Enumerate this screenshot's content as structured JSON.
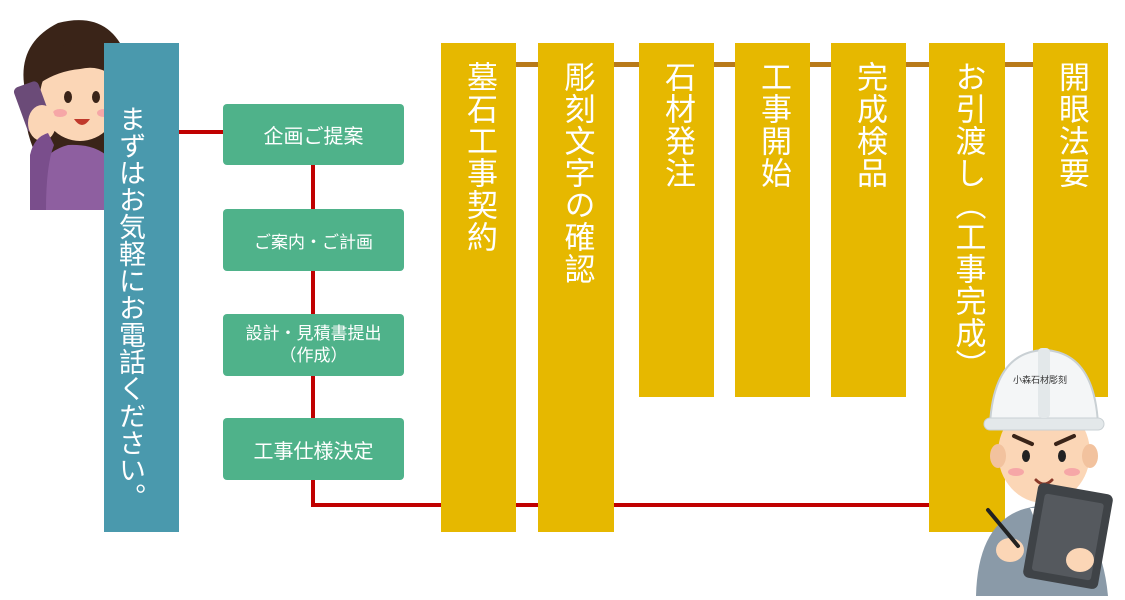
{
  "intro": {
    "text": "まずはお気軽にお電話ください。"
  },
  "steps": [
    {
      "line1": "企画ご提案",
      "line2": ""
    },
    {
      "line1": "ご案内・ご計画",
      "line2": ""
    },
    {
      "line1": "設計・見積書提出",
      "line2": "（作成）"
    },
    {
      "line1": "工事仕様決定",
      "line2": ""
    }
  ],
  "columns": [
    {
      "label": "墓石工事契約"
    },
    {
      "label": "彫刻文字の確認"
    },
    {
      "label": "石材発注"
    },
    {
      "label": "工事開始"
    },
    {
      "label": "完成検品"
    },
    {
      "label": "お引渡し（工事完成）"
    },
    {
      "label": "開眼法要"
    }
  ],
  "worker": {
    "helmet_text": "小森石材彫刻"
  },
  "colors": {
    "intro_bg": "#4a99ad",
    "step_bg": "#4fb28a",
    "column_bg": "#e6b800",
    "connector_red": "#c00000",
    "connector_brown": "#b87a1a"
  }
}
